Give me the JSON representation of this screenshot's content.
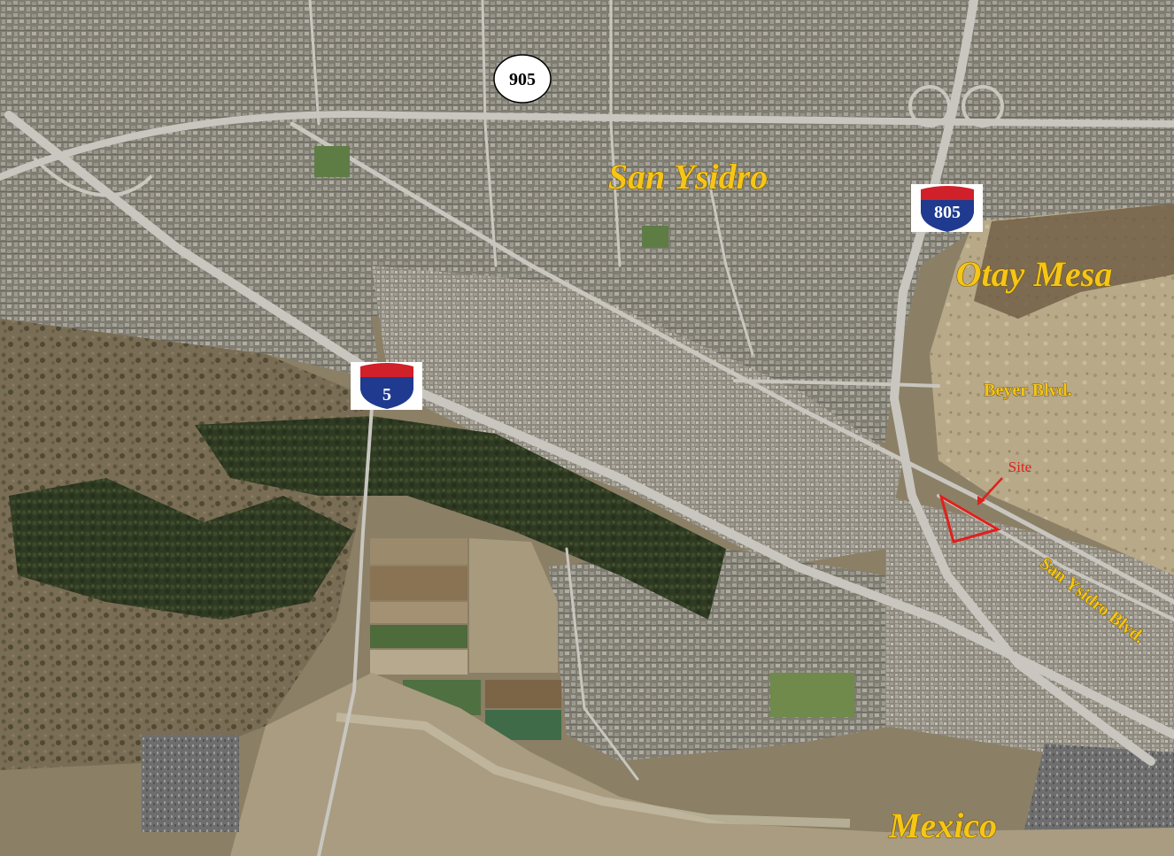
{
  "places": {
    "san_ysidro": "San Ysidro",
    "otay_mesa": "Otay Mesa",
    "mexico": "Mexico"
  },
  "roads": {
    "beyer": "Beyer Blvd.",
    "san_ysidro_blvd": "San Ysidro Blvd."
  },
  "shields": {
    "sr905": "905",
    "i805": "805",
    "i5": "5"
  },
  "site_label": "Site",
  "colors": {
    "label": "#f5c518",
    "site": "#e0201c",
    "interstate_blue": "#1f3a8f",
    "interstate_red": "#d0202a"
  }
}
